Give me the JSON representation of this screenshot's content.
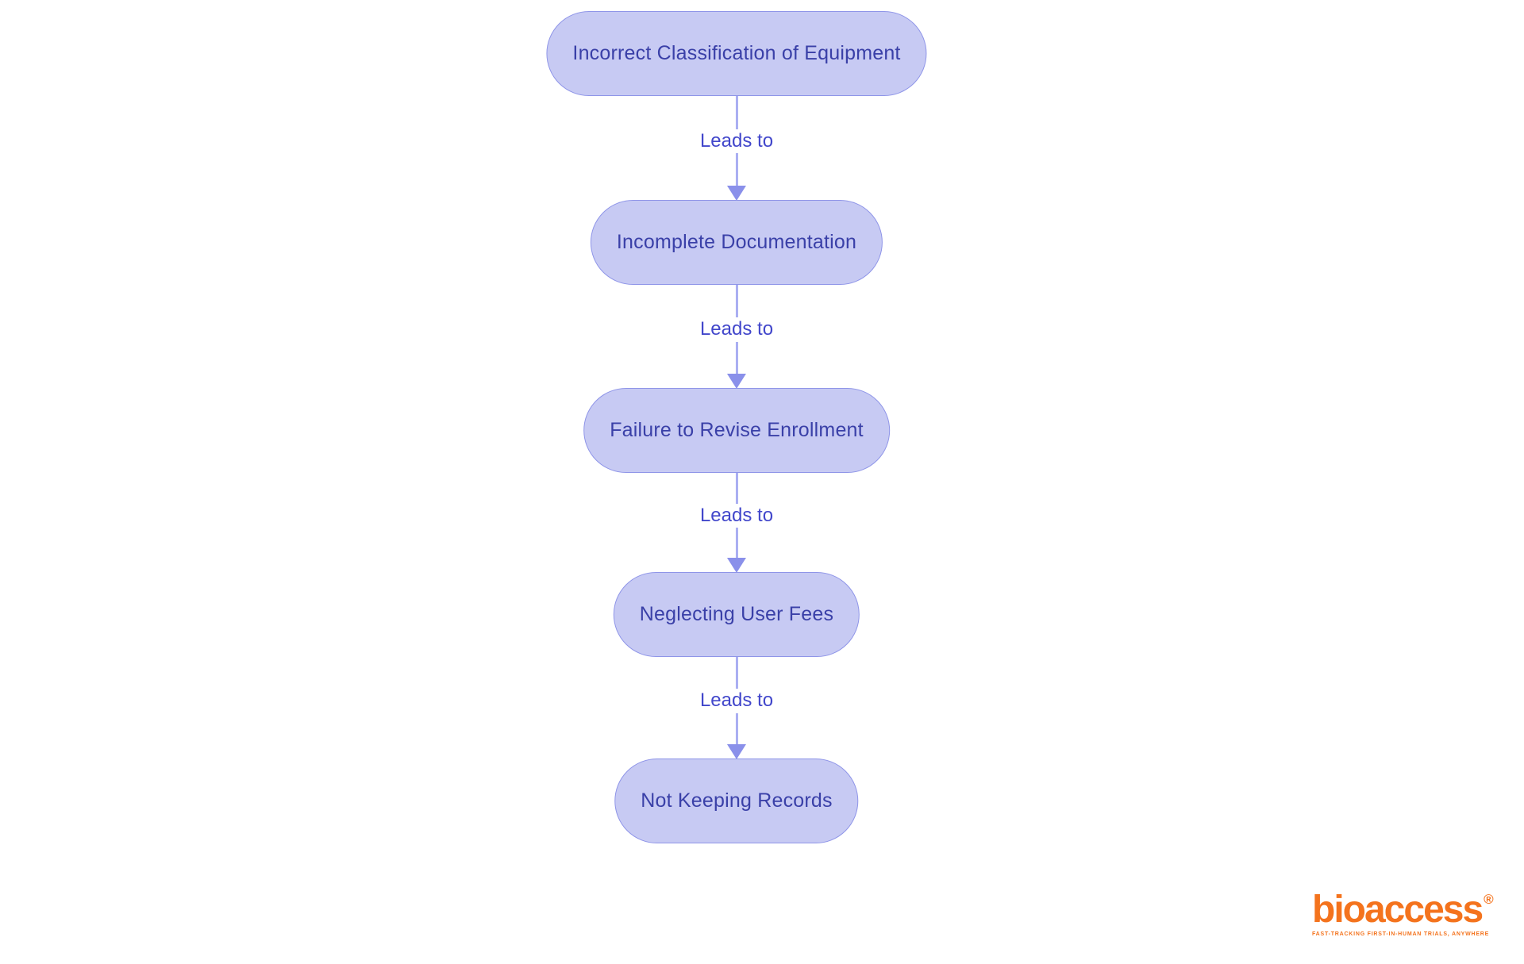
{
  "flowchart": {
    "nodes": [
      {
        "label": "Incorrect Classification of Equipment"
      },
      {
        "label": "Incomplete Documentation"
      },
      {
        "label": "Failure to Revise Enrollment"
      },
      {
        "label": "Neglecting User Fees"
      },
      {
        "label": "Not Keeping Records"
      }
    ],
    "connectors": [
      {
        "label": "Leads to"
      },
      {
        "label": "Leads to"
      },
      {
        "label": "Leads to"
      },
      {
        "label": "Leads to"
      }
    ],
    "colors": {
      "node_fill": "#c7caf3",
      "node_border": "#8f95e8",
      "node_text": "#3a40a8",
      "connector_line": "#a9aef2",
      "connector_label": "#4247cb",
      "arrowhead": "#8a90ea"
    }
  },
  "logo": {
    "wordmark": "bioaccess",
    "registered_mark": "®",
    "tagline": "FAST-TRACKING FIRST-IN-HUMAN TRIALS, ANYWHERE",
    "color": "#f4731d"
  },
  "page": {
    "background": "#ffffff"
  }
}
